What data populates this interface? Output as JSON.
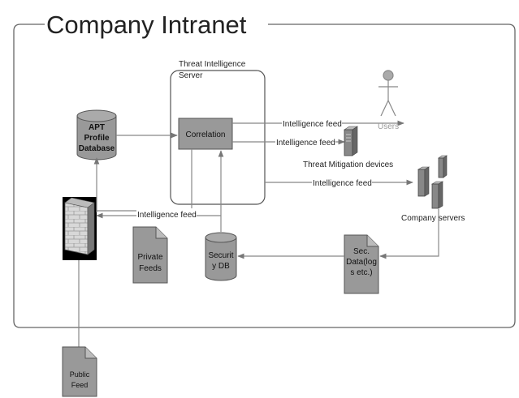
{
  "title": "Company Intranet",
  "server": {
    "label_line1": "Threat Intelligence",
    "label_line2": "Server",
    "correlation": "Correlation"
  },
  "apt_db": {
    "line1": "APT",
    "line2": "Profile",
    "line3": "Database"
  },
  "users": "Users",
  "feeds": {
    "users_feed": "Intelligence feed",
    "mitigation_feed": "Intelligence feed",
    "servers_feed": "Intelligence feed",
    "firewall_feed": "Intelligence feed"
  },
  "mitigation_label": "Threat Mitigation devices",
  "company_servers": "Company servers",
  "private_feeds": {
    "line1": "Private",
    "line2": "Feeds"
  },
  "security_db": {
    "line1": "Securit",
    "line2": "y DB"
  },
  "sec_data": {
    "line1": "Sec.",
    "line2": "Data(log",
    "line3": "s etc.)"
  },
  "public_feed": {
    "line1": "Public",
    "line2": "Feed"
  }
}
